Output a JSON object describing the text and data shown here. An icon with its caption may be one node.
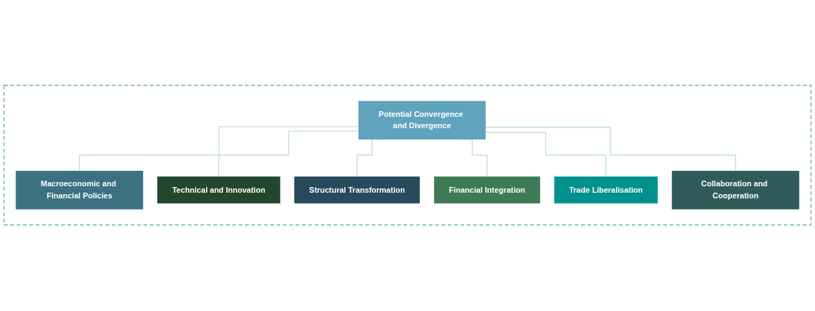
{
  "diagram": {
    "nodes": [
      {
        "text": [],
        "shape": "box"
      },
      {
        "text": [
          "Potential Convergence and Divergence"
        ],
        "in": 0
      },
      {
        "text": [
          "Macroeconomic and Financial Policies"
        ],
        "in": 0
      },
      {
        "text": [
          "Structural Transformation"
        ],
        "in": 0
      },
      {
        "text": [
          "Financial Integration"
        ],
        "in": 0
      },
      {
        "text": [
          "Collaboration and Cooperation"
        ],
        "in": 0
      },
      {
        "text": [
          "Technical and Innovation"
        ],
        "in": 0
      },
      {
        "text": [
          "Trade Liberalisation"
        ],
        "in": 0
      }
    ],
    "edges": [
      {
        "from": 1,
        "to": 2,
        "arrow": "none"
      },
      {
        "from": 1,
        "to": 6,
        "arrow": "none"
      },
      {
        "from": 1,
        "to": 3,
        "arrow": "none"
      },
      {
        "from": 1,
        "to": 4,
        "arrow": "none"
      },
      {
        "from": 1,
        "to": 7,
        "arrow": "none"
      },
      {
        "from": 1,
        "to": 5,
        "arrow": "none"
      }
    ]
  }
}
